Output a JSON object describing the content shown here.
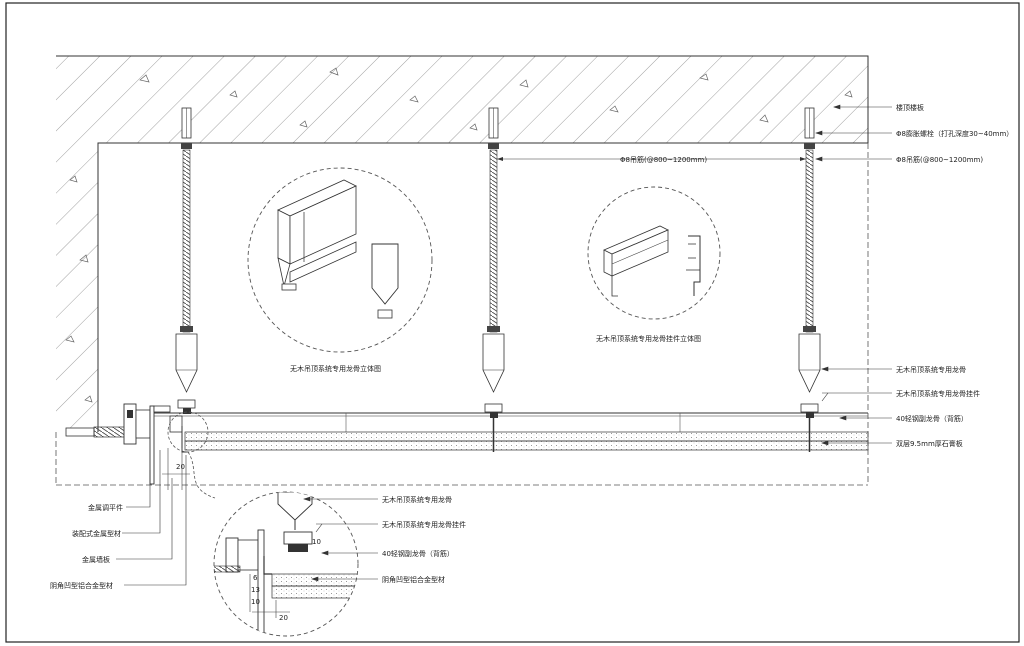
{
  "sheet": {
    "border_color": "#222222",
    "line_color": "#333333",
    "hatch_color": "#555555"
  },
  "right_labels": {
    "slab": "楼顶楼板",
    "anchor_bolt": "Φ8膨胀螺栓（打孔深度30~40mm）",
    "rod_spacing": "Φ8吊筋(@800~1200mm)",
    "main_keel": "无木吊顶系统专用龙骨",
    "keel_hanger": "无木吊顶系统专用龙骨挂件",
    "sub_keel": "40轻钢副龙骨（背筋）",
    "gypsum": "双层9.5mm厚石膏板"
  },
  "mid_label": {
    "rod_spacing": "Φ8吊筋(@800~1200mm)"
  },
  "circle_captions": {
    "keel_3d": "无木吊顶系统专用龙骨立体图",
    "hanger_3d": "无木吊顶系统专用龙骨挂件立体图"
  },
  "left_labels": {
    "adjuster": "金属调平件",
    "fitted_profile": "装配式金属型材",
    "wall_board": "金属墙板",
    "corner_profile": "阴角凹型铝合金型材"
  },
  "detail_labels": {
    "main_keel": "无木吊顶系统专用龙骨",
    "keel_hanger": "无木吊顶系统专用龙骨挂件",
    "sub_keel": "40轻钢副龙骨（背筋）",
    "corner_profile": "阴角凹型铝合金型材"
  },
  "dims": {
    "gap_main": "20",
    "d_6": "6",
    "d_13": "13",
    "d_10": "10",
    "d_20_detail": "20",
    "d_10_top": "10"
  }
}
